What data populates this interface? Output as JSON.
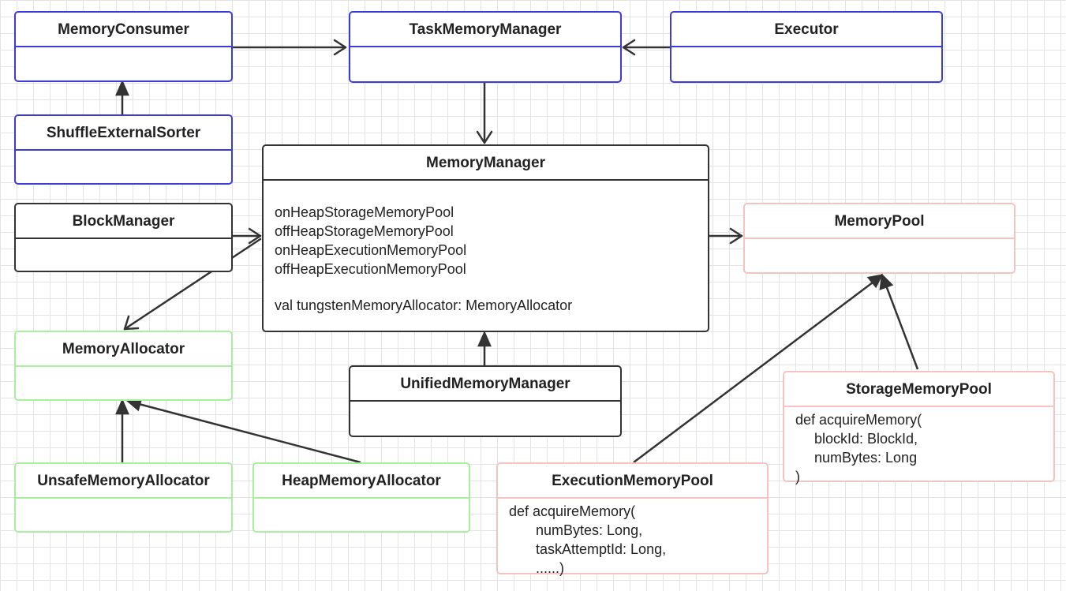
{
  "classes": {
    "memory_consumer": "MemoryConsumer",
    "task_memory_manager": "TaskMemoryManager",
    "executor": "Executor",
    "shuffle_external_sorter": "ShuffleExternalSorter",
    "memory_manager": {
      "name": "MemoryManager",
      "fields": [
        "onHeapStorageMemoryPool",
        "offHeapStorageMemoryPool",
        "onHeapExecutionMemoryPool",
        "offHeapExecutionMemoryPool"
      ],
      "allocator_field": "val tungstenMemoryAllocator: MemoryAllocator"
    },
    "block_manager": "BlockManager",
    "memory_pool": "MemoryPool",
    "memory_allocator": "MemoryAllocator",
    "unified_memory_manager": "UnifiedMemoryManager",
    "storage_memory_pool": {
      "name": "StorageMemoryPool",
      "method": [
        "def acquireMemory(",
        "blockId: BlockId,",
        "numBytes: Long",
        ")"
      ]
    },
    "unsafe_memory_allocator": "UnsafeMemoryAllocator",
    "heap_memory_allocator": "HeapMemoryAllocator",
    "execution_memory_pool": {
      "name": "ExecutionMemoryPool",
      "method": [
        "def acquireMemory(",
        "numBytes: Long,",
        "taskAttemptId: Long,",
        "......)"
      ]
    }
  },
  "colors": {
    "blue": "#3b3bd9",
    "black": "#333333",
    "green": "#a8f0a0",
    "pink": "#f7c2c2",
    "arrow": "#333333",
    "grid": "#e3e3e3"
  }
}
